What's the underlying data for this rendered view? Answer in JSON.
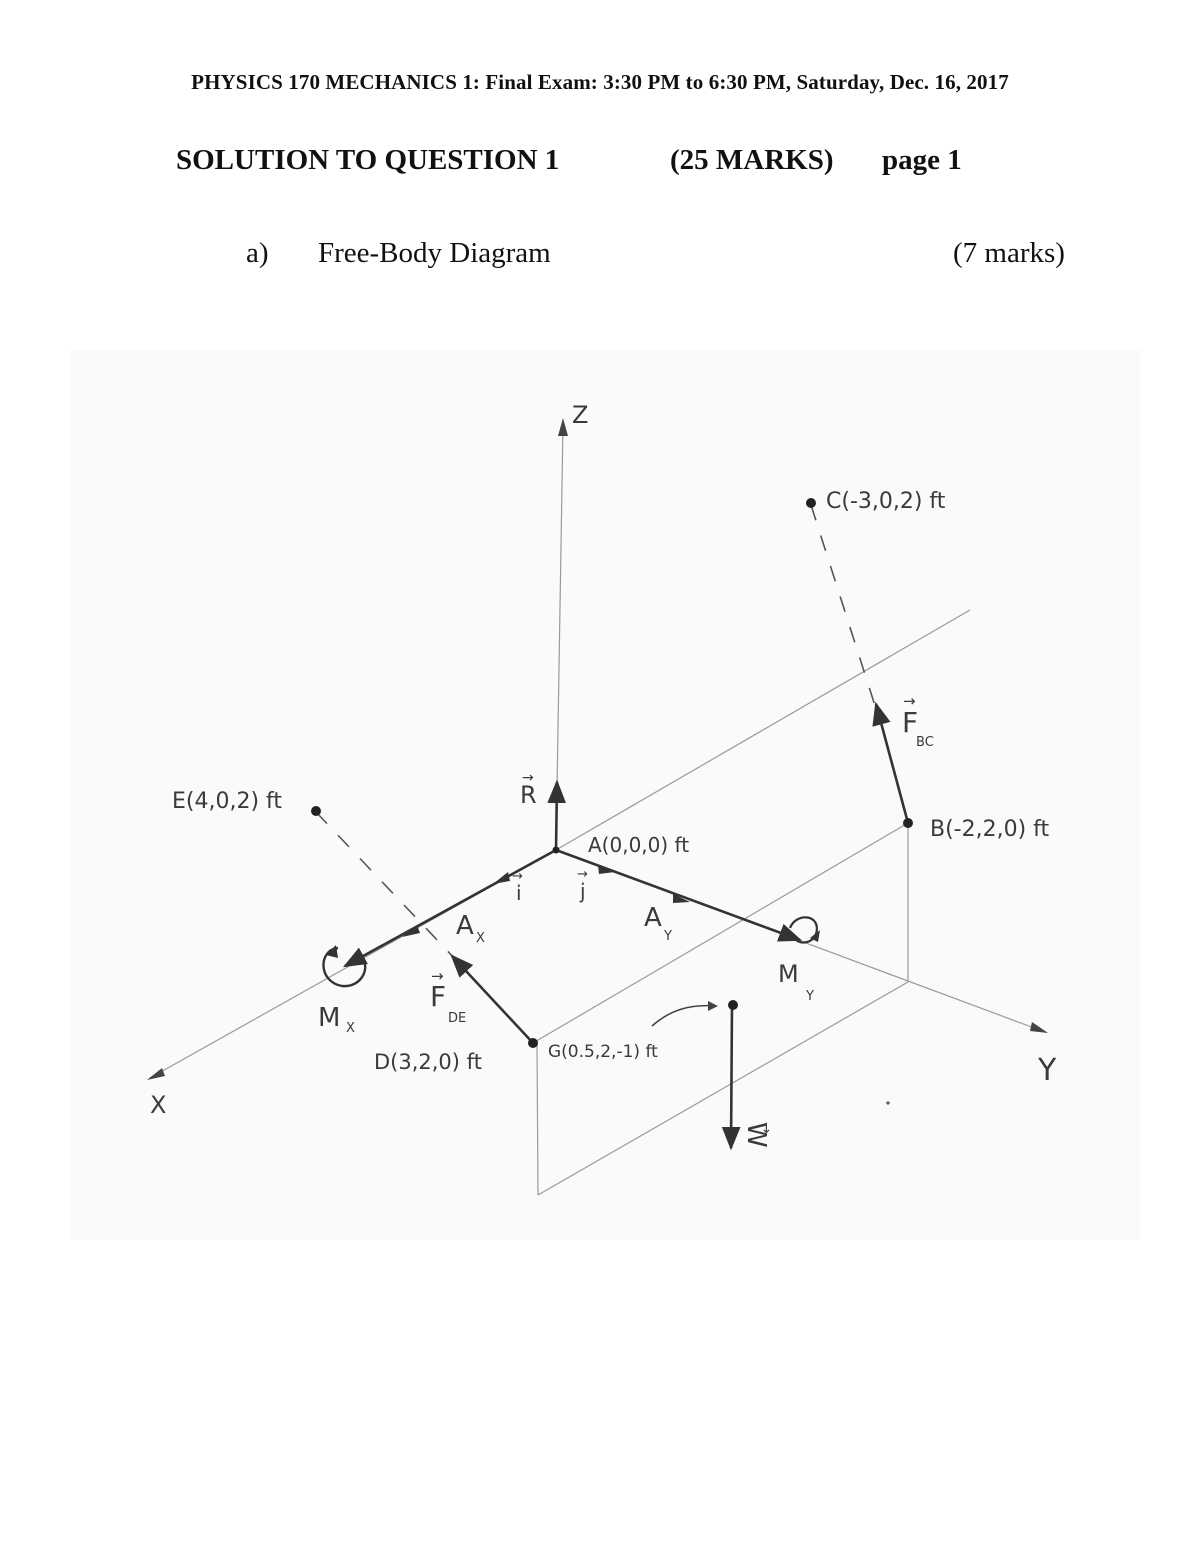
{
  "header": {
    "line": "PHYSICS 170 MECHANICS 1: Final Exam: 3:30 PM to 6:30 PM, Saturday, Dec. 16, 2017"
  },
  "title": {
    "left": "SOLUTION TO QUESTION 1",
    "marks": "(25 MARKS)",
    "page": "page 1"
  },
  "part_a": {
    "letter": "a)",
    "name": "Free-Body Diagram",
    "marks": "(7 marks)"
  },
  "diagram": {
    "axes": {
      "x": "X",
      "y": "Y",
      "z": "Z"
    },
    "unit_vectors": {
      "i": "i",
      "j": "j"
    },
    "points": {
      "A": "A(0,0,0) ft",
      "B": "B(-2,2,0) ft",
      "C": "C(-3,0,2) ft",
      "D": "D(3,2,0) ft",
      "E": "E(4,0,2) ft",
      "G": "G(0.5,2,-1) ft"
    },
    "forces": {
      "R": "R",
      "Ax": "A",
      "Ax_sub": "X",
      "Ay": "A",
      "Ay_sub": "Y",
      "Mx": "M",
      "Mx_sub": "X",
      "My": "M",
      "My_sub": "Y",
      "FBC": "F",
      "FBC_sub": "BC",
      "FDE": "F",
      "FDE_sub": "DE",
      "W": "W"
    }
  }
}
